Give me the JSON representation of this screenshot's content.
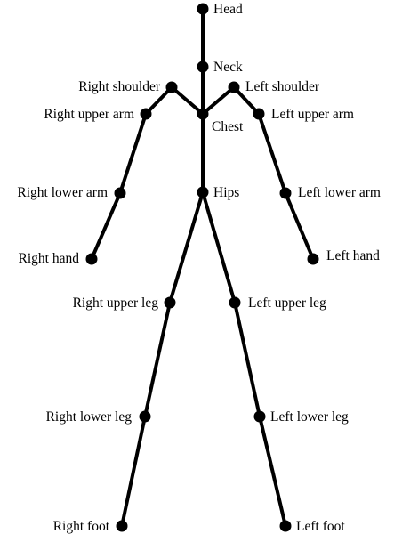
{
  "diagram": {
    "joints": [
      {
        "id": "head",
        "label": "Head"
      },
      {
        "id": "neck",
        "label": "Neck"
      },
      {
        "id": "chest",
        "label": "Chest"
      },
      {
        "id": "hips",
        "label": "Hips"
      },
      {
        "id": "right_shoulder",
        "label": "Right shoulder"
      },
      {
        "id": "left_shoulder",
        "label": "Left shoulder"
      },
      {
        "id": "right_upper_arm",
        "label": "Right upper arm"
      },
      {
        "id": "left_upper_arm",
        "label": "Left upper arm"
      },
      {
        "id": "right_lower_arm",
        "label": "Right lower arm"
      },
      {
        "id": "left_lower_arm",
        "label": "Left lower arm"
      },
      {
        "id": "right_hand",
        "label": "Right hand"
      },
      {
        "id": "left_hand",
        "label": "Left hand"
      },
      {
        "id": "right_upper_leg",
        "label": "Right upper leg"
      },
      {
        "id": "left_upper_leg",
        "label": "Left upper leg"
      },
      {
        "id": "right_lower_leg",
        "label": "Right lower leg"
      },
      {
        "id": "left_lower_leg",
        "label": "Left lower leg"
      },
      {
        "id": "right_foot",
        "label": "Right foot"
      },
      {
        "id": "left_foot",
        "label": "Left foot"
      }
    ],
    "bones": [
      [
        "head",
        "neck"
      ],
      [
        "neck",
        "chest"
      ],
      [
        "chest",
        "hips"
      ],
      [
        "chest",
        "right_shoulder"
      ],
      [
        "chest",
        "left_shoulder"
      ],
      [
        "right_shoulder",
        "right_upper_arm"
      ],
      [
        "right_upper_arm",
        "right_lower_arm"
      ],
      [
        "right_lower_arm",
        "right_hand"
      ],
      [
        "left_shoulder",
        "left_upper_arm"
      ],
      [
        "left_upper_arm",
        "left_lower_arm"
      ],
      [
        "left_lower_arm",
        "left_hand"
      ],
      [
        "hips",
        "right_upper_leg"
      ],
      [
        "right_upper_leg",
        "right_lower_leg"
      ],
      [
        "right_lower_leg",
        "right_foot"
      ],
      [
        "hips",
        "left_upper_leg"
      ],
      [
        "left_upper_leg",
        "left_lower_leg"
      ],
      [
        "left_lower_leg",
        "left_foot"
      ]
    ],
    "colors": {
      "line": "#000000",
      "joint": "#000000",
      "background": "#ffffff"
    }
  }
}
